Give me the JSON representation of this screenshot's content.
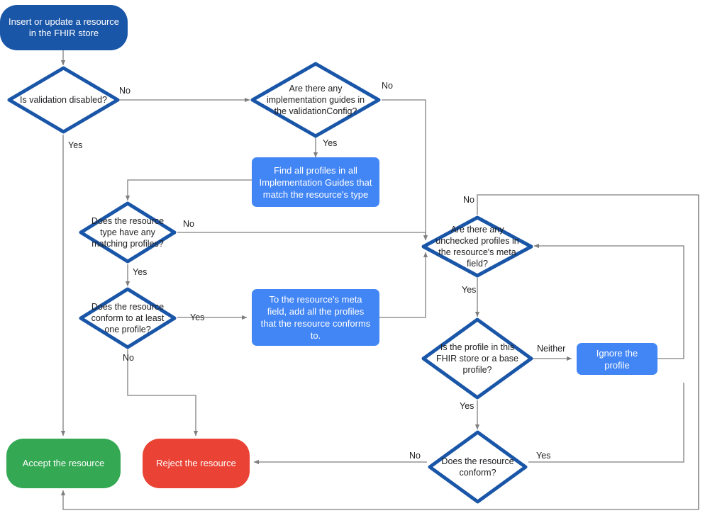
{
  "diagram": {
    "title": "FHIR store resource validation flow",
    "colors": {
      "start": "#1a56a8",
      "process": "#4285f4",
      "accept": "#34a853",
      "reject": "#ea4335",
      "decision_border": "#1a56a8",
      "decision_fill": "#ffffff",
      "connector": "#7f7f7f",
      "text_dark": "#202124",
      "text_light": "#ffffff"
    },
    "nodes": {
      "start": "Insert or update a resource in the FHIR store",
      "validation_disabled": "Is validation disabled?",
      "implementation_guides": "Are there any implementation guides in the validationConfig?",
      "find_profiles": "Find all profiles in all Implementation Guides that match the resource's type",
      "matching_profiles": "Does the resource type have any matching profiles?",
      "conform_one_profile": "Does the resource conform to at least one profile?",
      "add_profiles_meta": "To the resource's meta field, add all the profiles that the resource conforms to.",
      "unchecked_profiles": "Are there any unchecked profiles in the resource's meta field?",
      "profile_in_store": "Is the profile in this FHIR store or a base profile?",
      "ignore_profile": "Ignore the profile",
      "resource_conform": "Does the resource conform?",
      "accept": "Accept the resource",
      "reject": "Reject the resource"
    },
    "edge_labels": {
      "validation_no": "No",
      "validation_yes": "Yes",
      "guides_no": "No",
      "guides_yes": "Yes",
      "matching_no": "No",
      "matching_yes": "Yes",
      "conform_one_yes": "Yes",
      "conform_one_no": "No",
      "unchecked_no": "No",
      "unchecked_yes": "Yes",
      "profile_in_store_neither": "Neither",
      "profile_in_store_yes": "Yes",
      "resource_conform_no": "No",
      "resource_conform_yes": "Yes"
    }
  }
}
